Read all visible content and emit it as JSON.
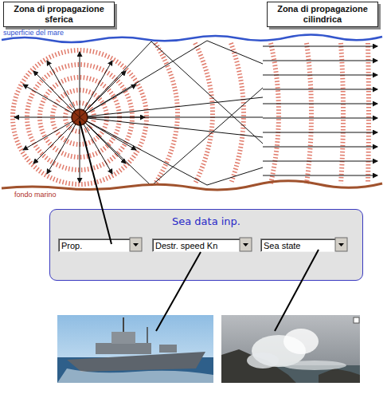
{
  "diagram": {
    "nodes": [
      {
        "text": [
          "Zona di propagazione sferica"
        ]
      },
      {
        "text": [
          "Zona di propagazione cilindrica"
        ]
      },
      {
        "text": [
          "Sea data inp."
        ]
      },
      {
        "text": [
          "Prop."
        ],
        "in": 2
      },
      {
        "text": [
          "Destr. speed Kn"
        ],
        "in": 2
      },
      {
        "text": [
          "Sea state"
        ],
        "in": 2
      }
    ],
    "labels": [
      "superficie del mare",
      "fondo marino"
    ]
  }
}
